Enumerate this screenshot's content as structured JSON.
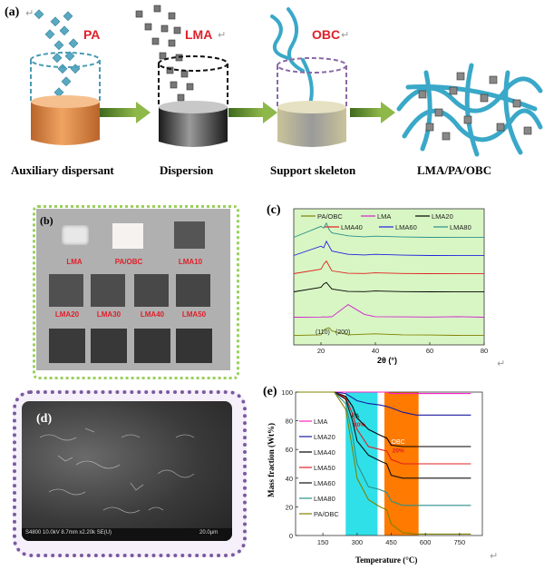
{
  "panel_a": {
    "label": "(a)",
    "stage_labels": [
      "PA",
      "LMA",
      "OBC"
    ],
    "captions": [
      "Auxiliary dispersant",
      "Dispersion",
      "Support skeleton",
      "LMA/PA/OBC"
    ]
  },
  "panel_b": {
    "label": "(b)",
    "samples": [
      "LMA",
      "PA/OBC",
      "LMA10",
      "LMA20",
      "LMA30",
      "LMA40",
      "LMA50"
    ]
  },
  "panel_c": {
    "label": "(c)",
    "legend": [
      "PA/OBC",
      "LMA",
      "LMA20",
      "LMA40",
      "LMA60",
      "LMA80"
    ],
    "peak_labels": [
      "(110)",
      "(200)"
    ],
    "xlabel": "2θ (°)",
    "xticks": [
      "20",
      "40",
      "60",
      "80"
    ]
  },
  "panel_d": {
    "label": "(d)",
    "sem_caption": "S4800 10.0kV 8.7mm x2.20k SE(U)",
    "scale": "20.0μm"
  },
  "panel_e": {
    "label": "(e)",
    "ylabel": "Mass fraction (Wt%)",
    "xlabel": "Temperature (°C)",
    "pa_label": "PA",
    "pa_pct": "80%",
    "obc_label": "OBC",
    "obc_pct": "20%"
  },
  "chart_data": [
    {
      "type": "line",
      "title": "",
      "xlabel": "2θ (°)",
      "ylabel": "",
      "xlim": [
        10,
        80
      ],
      "x": [
        10,
        20,
        21,
        22,
        23,
        24,
        30,
        36,
        40,
        50,
        60,
        70,
        80
      ],
      "series": [
        {
          "name": "PA/OBC",
          "values": [
            0.02,
            0.06,
            0.35,
            0.45,
            0.5,
            0.3,
            0.06,
            0.1,
            0.12,
            0.06,
            0.05,
            0.03,
            0.02
          ]
        },
        {
          "name": "LMA",
          "values": [
            0.03,
            0.04,
            0.05,
            0.04,
            0.06,
            0.05,
            0.8,
            0.2,
            0.06,
            0.05,
            0.04,
            0.06,
            0.03
          ]
        },
        {
          "name": "LMA20",
          "values": [
            0.03,
            0.3,
            0.5,
            0.6,
            0.4,
            0.2,
            0.05,
            0.04,
            0.08,
            0.04,
            0.03,
            0.02,
            0.02
          ]
        },
        {
          "name": "LMA40",
          "values": [
            0.03,
            0.3,
            0.6,
            0.8,
            0.5,
            0.2,
            0.05,
            0.04,
            0.08,
            0.04,
            0.03,
            0.02,
            0.02
          ]
        },
        {
          "name": "LMA60",
          "values": [
            0.03,
            0.6,
            0.5,
            0.9,
            0.6,
            0.3,
            0.1,
            0.06,
            0.1,
            0.05,
            0.03,
            0.02,
            0.02
          ]
        },
        {
          "name": "LMA80",
          "values": [
            0.03,
            0.7,
            0.6,
            0.9,
            0.5,
            0.3,
            0.12,
            0.06,
            0.1,
            0.05,
            0.03,
            0.02,
            0.02
          ]
        }
      ],
      "xticks": [
        20,
        40,
        60,
        80
      ]
    },
    {
      "type": "line",
      "title": "",
      "xlabel": "Temperature (°C)",
      "ylabel": "Mass fraction (Wt%)",
      "xlim": [
        30,
        850
      ],
      "ylim": [
        0,
        100
      ],
      "xticks": [
        150,
        300,
        450,
        600,
        750
      ],
      "yticks": [
        0,
        20,
        40,
        60,
        80,
        100
      ],
      "x": [
        30,
        200,
        250,
        280,
        300,
        350,
        400,
        430,
        450,
        500,
        560,
        600,
        700,
        800
      ],
      "series": [
        {
          "name": "LMA",
          "values": [
            100,
            100,
            100,
            100,
            100,
            100,
            100,
            100,
            99,
            99,
            99,
            99,
            99,
            99
          ]
        },
        {
          "name": "LMA20",
          "values": [
            100,
            100,
            99,
            96,
            94,
            92,
            91,
            90,
            89,
            86,
            84,
            84,
            84,
            84
          ]
        },
        {
          "name": "LMA40",
          "values": [
            100,
            100,
            97,
            90,
            82,
            74,
            70,
            68,
            63,
            62,
            62,
            62,
            62,
            62
          ]
        },
        {
          "name": "LMA50",
          "values": [
            100,
            100,
            96,
            85,
            74,
            62,
            60,
            59,
            53,
            50,
            50,
            50,
            50,
            50
          ]
        },
        {
          "name": "LMA60",
          "values": [
            100,
            100,
            95,
            80,
            66,
            56,
            52,
            50,
            42,
            40,
            40,
            40,
            40,
            40
          ]
        },
        {
          "name": "LMA80",
          "values": [
            100,
            100,
            92,
            70,
            50,
            34,
            32,
            30,
            24,
            21,
            21,
            21,
            21,
            21
          ]
        },
        {
          "name": "PA/OBC",
          "values": [
            100,
            100,
            88,
            60,
            40,
            25,
            20,
            18,
            8,
            2,
            1,
            1,
            1,
            1
          ]
        }
      ]
    }
  ]
}
